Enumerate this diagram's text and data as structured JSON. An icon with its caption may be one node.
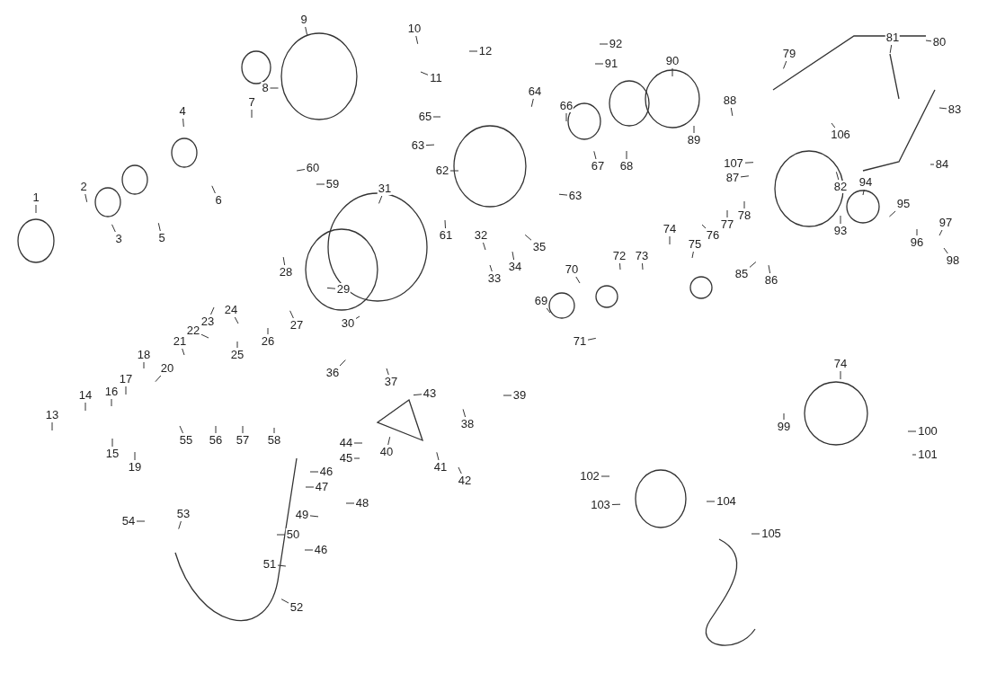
{
  "diagram": {
    "nodes": [
      {
        "text": [
          "1"
        ]
      },
      {
        "text": [
          "2"
        ]
      },
      {
        "text": [
          "3"
        ]
      },
      {
        "text": [
          "4"
        ]
      },
      {
        "text": [
          "5"
        ]
      },
      {
        "text": [
          "6"
        ]
      },
      {
        "text": [
          "7"
        ]
      },
      {
        "text": [
          "8"
        ]
      },
      {
        "text": [
          "9"
        ]
      },
      {
        "text": [
          "10"
        ]
      },
      {
        "text": [
          "11"
        ]
      },
      {
        "text": [
          "12"
        ]
      },
      {
        "text": [
          "13"
        ]
      },
      {
        "text": [
          "14"
        ]
      },
      {
        "text": [
          "15"
        ]
      },
      {
        "text": [
          "16"
        ]
      },
      {
        "text": [
          "17"
        ]
      },
      {
        "text": [
          "18"
        ]
      },
      {
        "text": [
          "19"
        ]
      },
      {
        "text": [
          "20"
        ]
      },
      {
        "text": [
          "21"
        ]
      },
      {
        "text": [
          "22"
        ]
      },
      {
        "text": [
          "23"
        ]
      },
      {
        "text": [
          "24"
        ]
      },
      {
        "text": [
          "25"
        ]
      },
      {
        "text": [
          "26"
        ]
      },
      {
        "text": [
          "27"
        ]
      },
      {
        "text": [
          "28"
        ]
      },
      {
        "text": [
          "29"
        ]
      },
      {
        "text": [
          "30"
        ]
      },
      {
        "text": [
          "31"
        ]
      },
      {
        "text": [
          "32"
        ]
      },
      {
        "text": [
          "33"
        ]
      },
      {
        "text": [
          "34"
        ]
      },
      {
        "text": [
          "35"
        ]
      },
      {
        "text": [
          "36"
        ]
      },
      {
        "text": [
          "37"
        ]
      },
      {
        "text": [
          "38"
        ]
      },
      {
        "text": [
          "39"
        ]
      },
      {
        "text": [
          "40"
        ]
      },
      {
        "text": [
          "41"
        ]
      },
      {
        "text": [
          "42"
        ]
      },
      {
        "text": [
          "43"
        ]
      },
      {
        "text": [
          "44"
        ]
      },
      {
        "text": [
          "45"
        ]
      },
      {
        "text": [
          "46"
        ]
      },
      {
        "text": [
          "46"
        ]
      },
      {
        "text": [
          "47"
        ]
      },
      {
        "text": [
          "48"
        ]
      },
      {
        "text": [
          "49"
        ]
      },
      {
        "text": [
          "50"
        ]
      },
      {
        "text": [
          "51"
        ]
      },
      {
        "text": [
          "52"
        ]
      },
      {
        "text": [
          "53"
        ]
      },
      {
        "text": [
          "54"
        ]
      },
      {
        "text": [
          "55"
        ]
      },
      {
        "text": [
          "56"
        ]
      },
      {
        "text": [
          "57"
        ]
      },
      {
        "text": [
          "58"
        ]
      },
      {
        "text": [
          "59"
        ]
      },
      {
        "text": [
          "60"
        ]
      },
      {
        "text": [
          "61"
        ]
      },
      {
        "text": [
          "62"
        ]
      },
      {
        "text": [
          "63"
        ]
      },
      {
        "text": [
          "63"
        ]
      },
      {
        "text": [
          "64"
        ]
      },
      {
        "text": [
          "65"
        ]
      },
      {
        "text": [
          "66"
        ]
      },
      {
        "text": [
          "67"
        ]
      },
      {
        "text": [
          "68"
        ]
      },
      {
        "text": [
          "69"
        ]
      },
      {
        "text": [
          "70"
        ]
      },
      {
        "text": [
          "71"
        ]
      },
      {
        "text": [
          "72"
        ]
      },
      {
        "text": [
          "73"
        ]
      },
      {
        "text": [
          "74"
        ]
      },
      {
        "text": [
          "74"
        ]
      },
      {
        "text": [
          "75"
        ]
      },
      {
        "text": [
          "76"
        ]
      },
      {
        "text": [
          "77"
        ]
      },
      {
        "text": [
          "78"
        ]
      },
      {
        "text": [
          "79"
        ]
      },
      {
        "text": [
          "80"
        ]
      },
      {
        "text": [
          "81"
        ]
      },
      {
        "text": [
          "82"
        ]
      },
      {
        "text": [
          "83"
        ]
      },
      {
        "text": [
          "84"
        ]
      },
      {
        "text": [
          "85"
        ]
      },
      {
        "text": [
          "86"
        ]
      },
      {
        "text": [
          "87"
        ]
      },
      {
        "text": [
          "88"
        ]
      },
      {
        "text": [
          "89"
        ]
      },
      {
        "text": [
          "90"
        ]
      },
      {
        "text": [
          "91"
        ]
      },
      {
        "text": [
          "92"
        ]
      },
      {
        "text": [
          "93"
        ]
      },
      {
        "text": [
          "94"
        ]
      },
      {
        "text": [
          "95"
        ]
      },
      {
        "text": [
          "96"
        ]
      },
      {
        "text": [
          "97"
        ]
      },
      {
        "text": [
          "98"
        ]
      },
      {
        "text": [
          "99"
        ]
      },
      {
        "text": [
          "100"
        ]
      },
      {
        "text": [
          "101"
        ]
      },
      {
        "text": [
          "102"
        ]
      },
      {
        "text": [
          "103"
        ]
      },
      {
        "text": [
          "104"
        ]
      },
      {
        "text": [
          "105"
        ]
      },
      {
        "text": [
          "106"
        ]
      },
      {
        "text": [
          "107"
        ]
      }
    ],
    "edges": [
      {
        "from": 0,
        "to": null,
        "arrow": "none"
      },
      {
        "from": 1,
        "to": null,
        "arrow": "none"
      },
      {
        "from": 2,
        "to": null,
        "arrow": "none"
      },
      {
        "from": 3,
        "to": null,
        "arrow": "none"
      },
      {
        "from": 4,
        "to": null,
        "arrow": "none"
      },
      {
        "from": 5,
        "to": null,
        "arrow": "none"
      },
      {
        "from": 6,
        "to": null,
        "arrow": "none"
      },
      {
        "from": 7,
        "to": null,
        "arrow": "none"
      },
      {
        "from": 8,
        "to": null,
        "arrow": "none"
      },
      {
        "from": 9,
        "to": null,
        "arrow": "none"
      },
      {
        "from": 10,
        "to": null,
        "arrow": "none"
      },
      {
        "from": 11,
        "to": null,
        "arrow": "none"
      },
      {
        "from": 12,
        "to": null,
        "arrow": "none"
      },
      {
        "from": 13,
        "to": null,
        "arrow": "none"
      },
      {
        "from": 14,
        "to": null,
        "arrow": "none"
      },
      {
        "from": 15,
        "to": null,
        "arrow": "none"
      },
      {
        "from": 16,
        "to": null,
        "arrow": "none"
      },
      {
        "from": 17,
        "to": null,
        "arrow": "none"
      },
      {
        "from": 18,
        "to": null,
        "arrow": "none"
      },
      {
        "from": 19,
        "to": null,
        "arrow": "none"
      },
      {
        "from": 20,
        "to": null,
        "arrow": "none"
      },
      {
        "from": 21,
        "to": null,
        "arrow": "none"
      },
      {
        "from": 22,
        "to": null,
        "arrow": "none"
      },
      {
        "from": 23,
        "to": null,
        "arrow": "none"
      },
      {
        "from": 24,
        "to": null,
        "arrow": "none"
      },
      {
        "from": 25,
        "to": null,
        "arrow": "none"
      },
      {
        "from": 26,
        "to": null,
        "arrow": "none"
      },
      {
        "from": 27,
        "to": null,
        "arrow": "none"
      },
      {
        "from": 28,
        "to": null,
        "arrow": "none"
      },
      {
        "from": 29,
        "to": null,
        "arrow": "none"
      },
      {
        "from": 30,
        "to": null,
        "arrow": "none"
      },
      {
        "from": 31,
        "to": null,
        "arrow": "none"
      },
      {
        "from": 32,
        "to": null,
        "arrow": "none"
      },
      {
        "from": 33,
        "to": null,
        "arrow": "none"
      },
      {
        "from": 34,
        "to": null,
        "arrow": "none"
      },
      {
        "from": 35,
        "to": null,
        "arrow": "none"
      },
      {
        "from": 36,
        "to": null,
        "arrow": "none"
      },
      {
        "from": 37,
        "to": null,
        "arrow": "none"
      },
      {
        "from": 38,
        "to": null,
        "arrow": "none"
      },
      {
        "from": 39,
        "to": null,
        "arrow": "none"
      },
      {
        "from": 40,
        "to": null,
        "arrow": "none"
      },
      {
        "from": 41,
        "to": null,
        "arrow": "none"
      },
      {
        "from": 42,
        "to": null,
        "arrow": "none"
      },
      {
        "from": 43,
        "to": null,
        "arrow": "none"
      },
      {
        "from": 44,
        "to": null,
        "arrow": "none"
      },
      {
        "from": 45,
        "to": null,
        "arrow": "none"
      },
      {
        "from": 46,
        "to": null,
        "arrow": "none"
      },
      {
        "from": 47,
        "to": null,
        "arrow": "none"
      },
      {
        "from": 48,
        "to": null,
        "arrow": "none"
      },
      {
        "from": 49,
        "to": null,
        "arrow": "none"
      },
      {
        "from": 50,
        "to": null,
        "arrow": "none"
      },
      {
        "from": 51,
        "to": null,
        "arrow": "none"
      },
      {
        "from": 52,
        "to": null,
        "arrow": "none"
      },
      {
        "from": 53,
        "to": null,
        "arrow": "none"
      },
      {
        "from": 54,
        "to": null,
        "arrow": "none"
      },
      {
        "from": 55,
        "to": null,
        "arrow": "none"
      },
      {
        "from": 56,
        "to": null,
        "arrow": "none"
      },
      {
        "from": 57,
        "to": null,
        "arrow": "none"
      },
      {
        "from": 58,
        "to": null,
        "arrow": "none"
      },
      {
        "from": 59,
        "to": null,
        "arrow": "none"
      },
      {
        "from": 60,
        "to": null,
        "arrow": "none"
      },
      {
        "from": 61,
        "to": null,
        "arrow": "none"
      },
      {
        "from": 62,
        "to": null,
        "arrow": "none"
      },
      {
        "from": 63,
        "to": null,
        "arrow": "none"
      },
      {
        "from": 64,
        "to": null,
        "arrow": "none"
      },
      {
        "from": 65,
        "to": null,
        "arrow": "none"
      },
      {
        "from": 66,
        "to": null,
        "arrow": "none"
      },
      {
        "from": 67,
        "to": null,
        "arrow": "none"
      },
      {
        "from": 68,
        "to": null,
        "arrow": "none"
      },
      {
        "from": 69,
        "to": null,
        "arrow": "none"
      },
      {
        "from": 70,
        "to": null,
        "arrow": "none"
      },
      {
        "from": 71,
        "to": null,
        "arrow": "none"
      },
      {
        "from": 72,
        "to": null,
        "arrow": "none"
      },
      {
        "from": 73,
        "to": null,
        "arrow": "none"
      },
      {
        "from": 74,
        "to": null,
        "arrow": "none"
      },
      {
        "from": 75,
        "to": null,
        "arrow": "none"
      },
      {
        "from": 76,
        "to": null,
        "arrow": "none"
      },
      {
        "from": 77,
        "to": null,
        "arrow": "none"
      },
      {
        "from": 78,
        "to": null,
        "arrow": "none"
      },
      {
        "from": 79,
        "to": null,
        "arrow": "none"
      },
      {
        "from": 80,
        "to": null,
        "arrow": "none"
      },
      {
        "from": 81,
        "to": null,
        "arrow": "none"
      },
      {
        "from": 82,
        "to": null,
        "arrow": "none"
      },
      {
        "from": 83,
        "to": null,
        "arrow": "none"
      },
      {
        "from": 84,
        "to": null,
        "arrow": "none"
      },
      {
        "from": 85,
        "to": null,
        "arrow": "none"
      },
      {
        "from": 86,
        "to": null,
        "arrow": "none"
      },
      {
        "from": 87,
        "to": null,
        "arrow": "none"
      },
      {
        "from": 88,
        "to": null,
        "arrow": "none"
      },
      {
        "from": 89,
        "to": null,
        "arrow": "none"
      },
      {
        "from": 90,
        "to": null,
        "arrow": "none"
      },
      {
        "from": 91,
        "to": null,
        "arrow": "none"
      },
      {
        "from": 92,
        "to": null,
        "arrow": "none"
      },
      {
        "from": 93,
        "to": null,
        "arrow": "none"
      },
      {
        "from": 94,
        "to": null,
        "arrow": "none"
      },
      {
        "from": 95,
        "to": null,
        "arrow": "none"
      },
      {
        "from": 96,
        "to": null,
        "arrow": "none"
      },
      {
        "from": 97,
        "to": null,
        "arrow": "none"
      },
      {
        "from": 98,
        "to": null,
        "arrow": "none"
      },
      {
        "from": 99,
        "to": null,
        "arrow": "none"
      },
      {
        "from": 100,
        "to": null,
        "arrow": "none"
      },
      {
        "from": 101,
        "to": null,
        "arrow": "none"
      },
      {
        "from": 102,
        "to": null,
        "arrow": "none"
      },
      {
        "from": 103,
        "to": null,
        "arrow": "none"
      },
      {
        "from": 104,
        "to": null,
        "arrow": "none"
      },
      {
        "from": 105,
        "to": null,
        "arrow": "none"
      },
      {
        "from": 106,
        "to": null,
        "arrow": "none"
      },
      {
        "from": 107,
        "to": null,
        "arrow": "none"
      },
      {
        "from": 108,
        "to": null,
        "arrow": "none"
      },
      {
        "from": 109,
        "to": null,
        "arrow": "none"
      }
    ]
  }
}
